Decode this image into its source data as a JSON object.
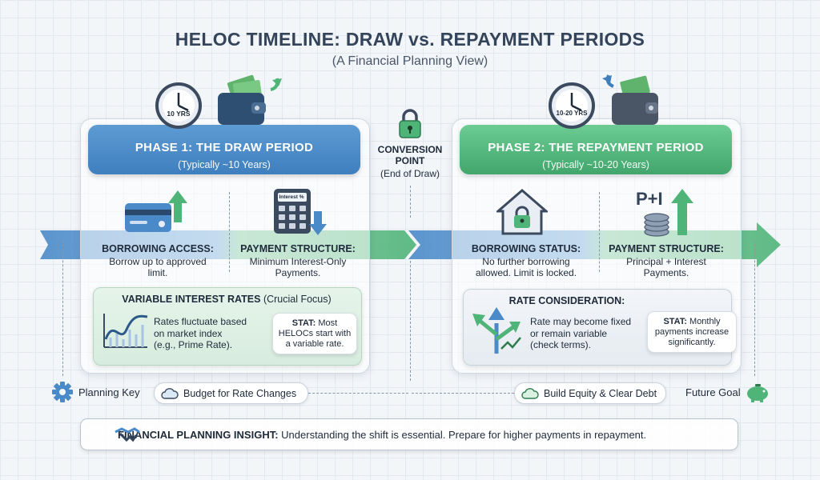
{
  "header": {
    "title": "HELOC TIMELINE: DRAW vs. REPAYMENT PERIODS",
    "subtitle": "(A Financial Planning View)"
  },
  "phase1": {
    "clock_label": "10 YRS",
    "title": "PHASE 1: THE DRAW PERIOD",
    "subtitle": "(Typically ~10 Years)",
    "col1_title": "BORROWING ACCESS:",
    "col1_text": [
      "Borrow up to approved",
      "limit."
    ],
    "col2_title": "PAYMENT STRUCTURE:",
    "col2_text": [
      "Minimum Interest-Only",
      "Payments."
    ],
    "calc_label": "Interest %",
    "rates_title_bold": "VARIABLE INTEREST RATES",
    "rates_title_rest": " (Crucial Focus)",
    "rates_text": [
      "Rates fluctuate based",
      "on market index",
      "(e.g., Prime Rate)."
    ],
    "stat_bold": "STAT:",
    "stat_rest": " Most",
    "stat_lines": [
      "HELOCs start with",
      "a variable rate."
    ]
  },
  "conversion": {
    "title": [
      "CONVERSION",
      "POINT"
    ],
    "subtitle": "(End of Draw)"
  },
  "phase2": {
    "clock_label": "10-20 YRS",
    "title": "PHASE 2: THE REPAYMENT PERIOD",
    "subtitle": "(Typically ~10-20 Years)",
    "col1_title": "BORROWING STATUS:",
    "col1_text": [
      "No further borrowing",
      "allowed. Limit is locked."
    ],
    "pi_label": "P+I",
    "col2_title": "PAYMENT STRUCTURE:",
    "col2_text": [
      "Principal + Interest",
      "Payments."
    ],
    "rate_title": "RATE CONSIDERATION:",
    "rate_text": [
      "Rate may become fixed",
      "or remain variable",
      "(check terms)."
    ],
    "stat_bold": "STAT:",
    "stat_rest": " Monthly",
    "stat_lines": [
      "payments increase",
      "significantly."
    ]
  },
  "bottom": {
    "planning_key": "Planning Key",
    "budget_pill": "Budget for Rate Changes",
    "equity_pill": "Build Equity & Clear Debt",
    "future_goal": "Future Goal"
  },
  "insight": {
    "bold": "FINANCIAL PLANNING INSIGHT:",
    "text": " Understanding the shift is essential. Prepare for higher payments in repayment."
  },
  "colors": {
    "blue_accent": "#4a8ac8",
    "green_accent": "#4fb478",
    "dark_navy": "#34445a"
  }
}
